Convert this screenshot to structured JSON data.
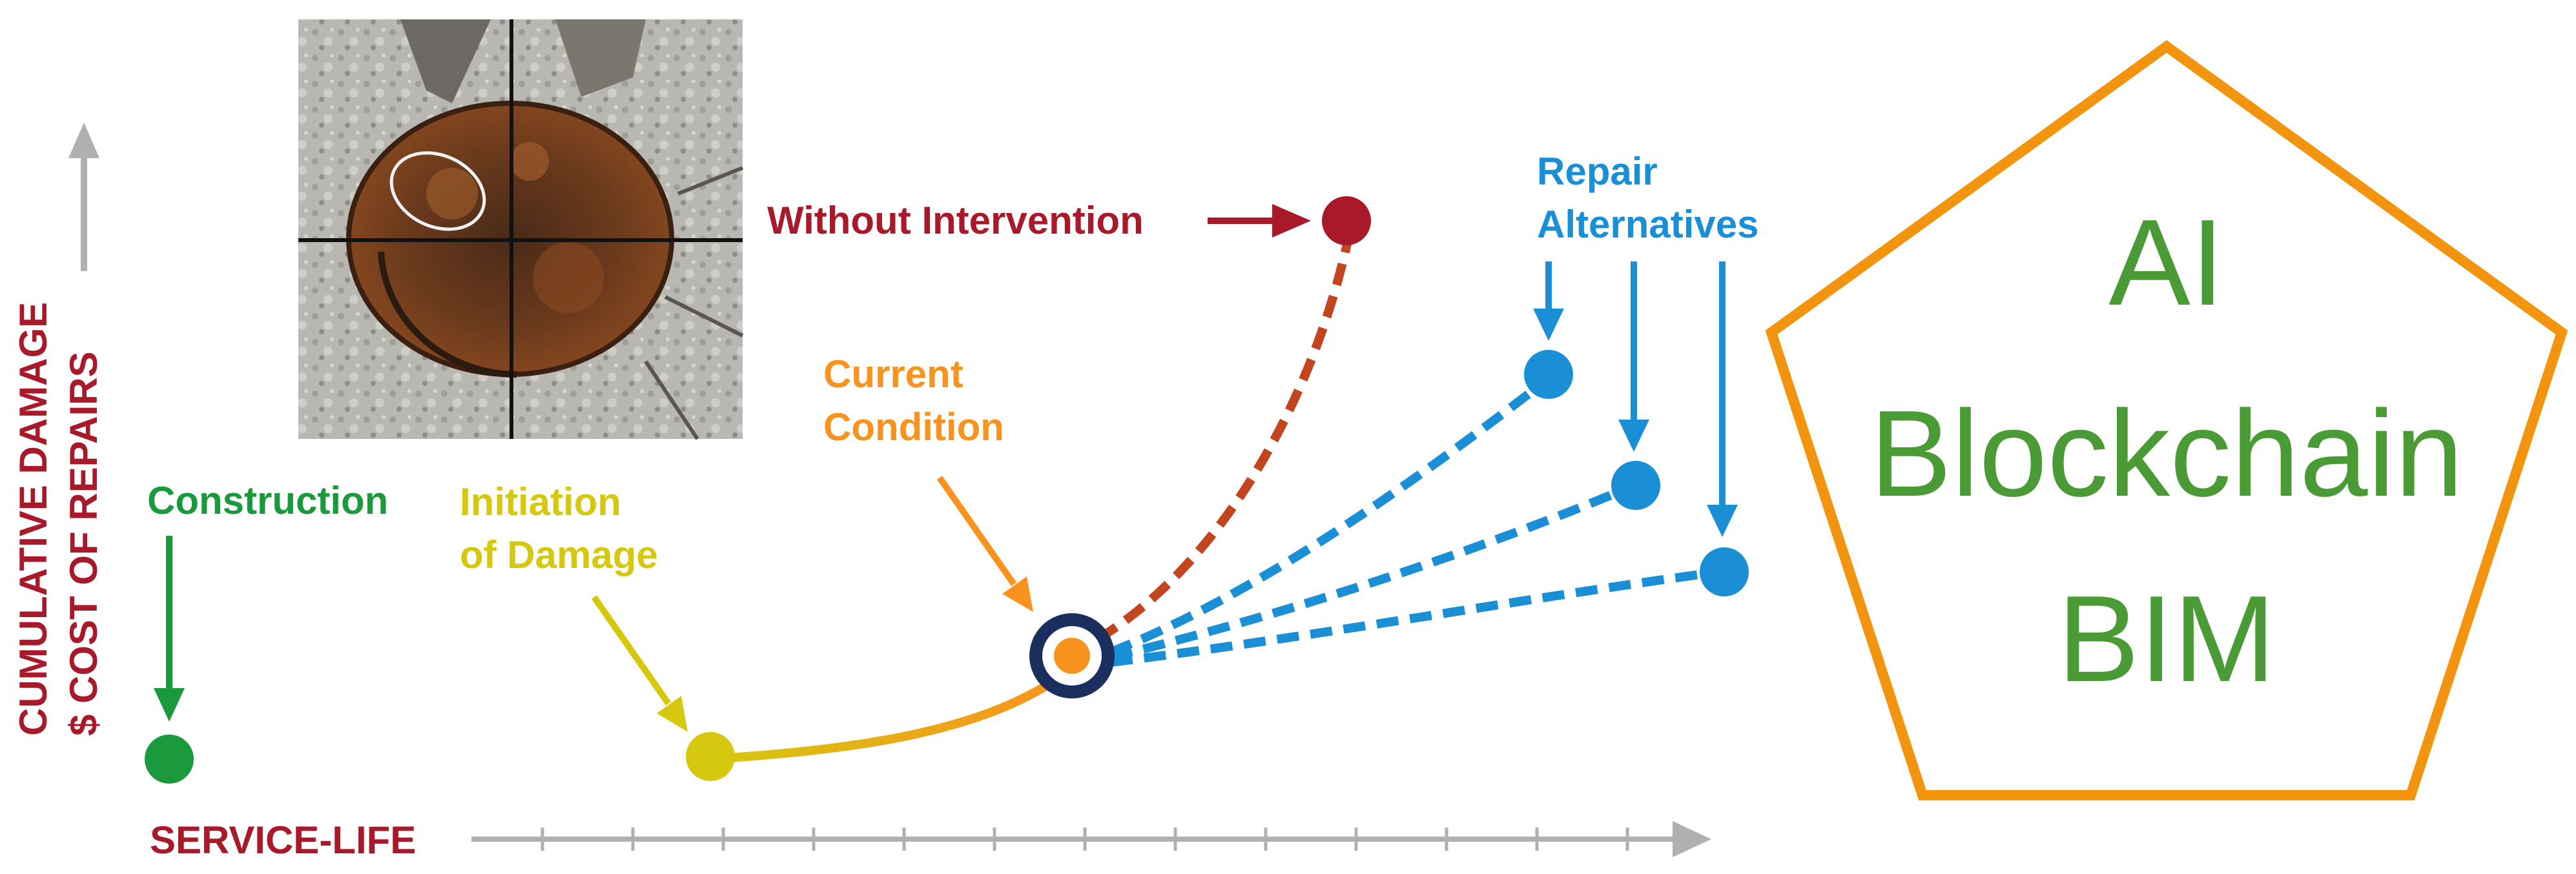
{
  "colors": {
    "construction": "#1a9a3c",
    "initiation": "#d6c80f",
    "current": "#f7931e",
    "current_ring": "#1b2f5e",
    "without": "#a8192a",
    "repair": "#1b8fd6",
    "axis_label": "#a8192a",
    "axis": "#b0b0b0",
    "pentagon": "#f3940e",
    "pentagon_text": "#4a9a36"
  },
  "axes": {
    "y_label_line1": "CUMULATIVE DAMAGE",
    "y_label_line2": "$ COST OF REPAIRS",
    "x_label": "SERVICE-LIFE"
  },
  "labels": {
    "construction": "Construction",
    "initiation_line1": "Initiation",
    "initiation_line2": "of Damage",
    "current_line1": "Current",
    "current_line2": "Condition",
    "without": "Without Intervention",
    "repair_line1": "Repair",
    "repair_line2": "Alternatives"
  },
  "pentagon": {
    "line1": "AI",
    "line2": "Blockchain",
    "line3": "BIM"
  },
  "photo": {
    "description_icon": "corroded-rebar-photo-icon"
  }
}
